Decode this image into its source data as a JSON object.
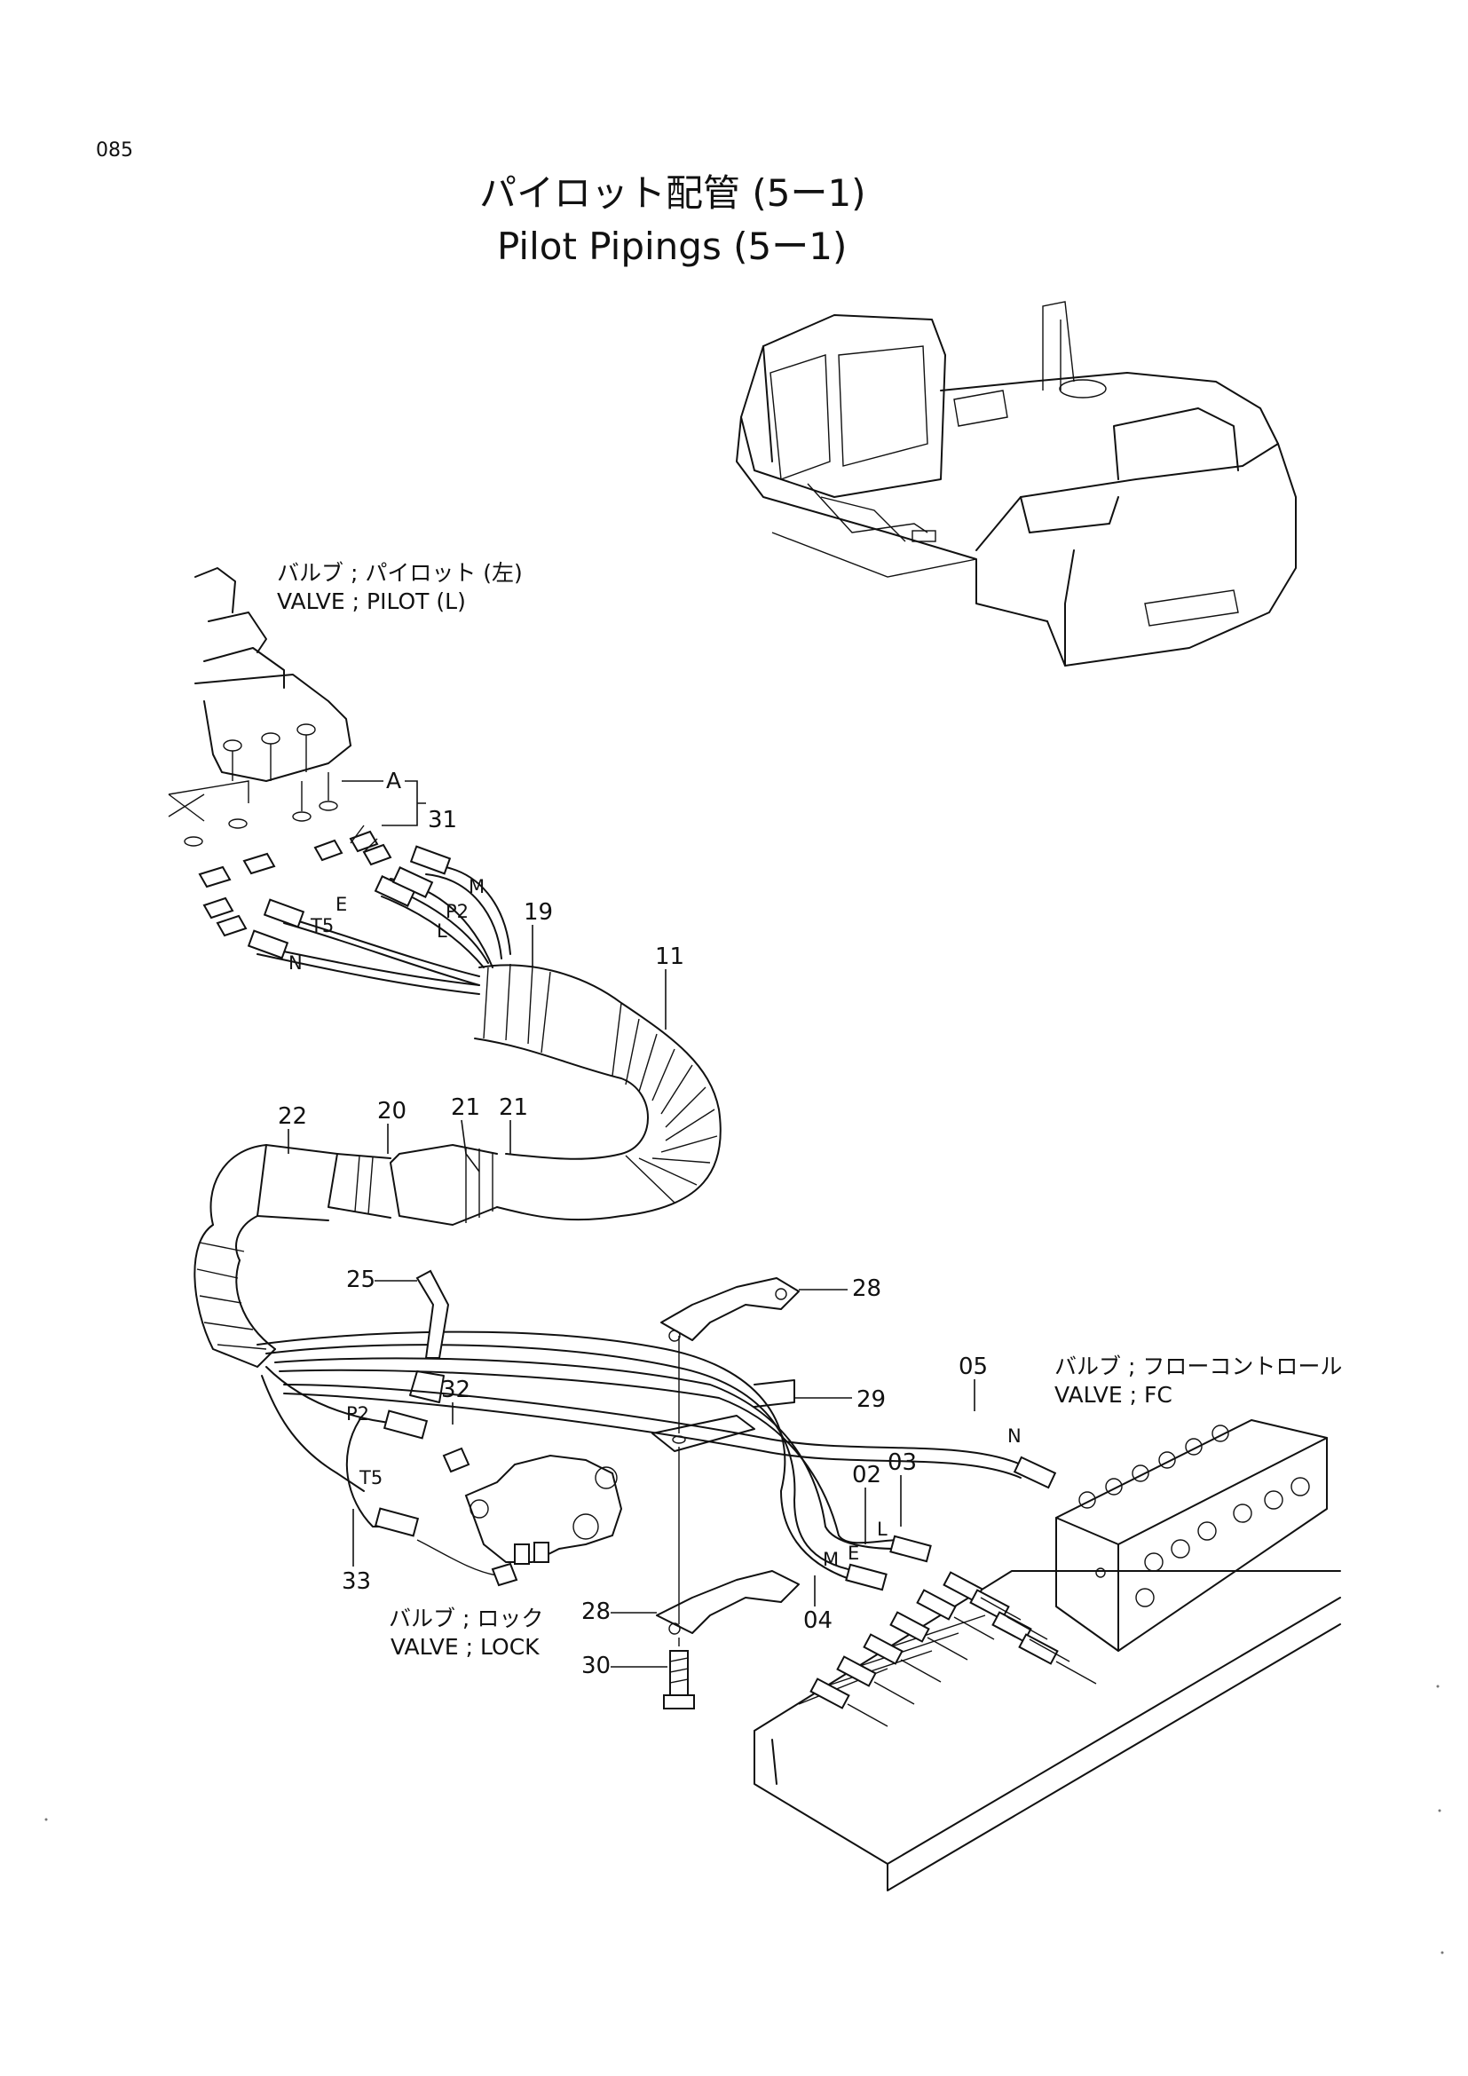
{
  "page_number": "085",
  "title": {
    "japanese": "パイロット配管 (5ー1)",
    "english": "Pilot Pipings (5ー1)"
  },
  "component_labels": {
    "valve_pilot_left": {
      "jp": "バルブ ; パイロット (左)",
      "en": "VALVE ; PILOT (L)"
    },
    "valve_lock": {
      "jp": "バルブ ; ロック",
      "en": "VALVE ; LOCK"
    },
    "valve_fc": {
      "jp": "バルブ ; フローコントロール",
      "en": "VALVE ; FC"
    }
  },
  "port_letters": {
    "A": "A",
    "M": "M",
    "P2": "P2",
    "E": "E",
    "L": "L",
    "T5": "T5",
    "N": "N"
  },
  "part_callouts": {
    "p31": "31",
    "p19": "19",
    "p11": "11",
    "p22": "22",
    "p20": "20",
    "p21a": "21",
    "p21b": "21",
    "p25": "25",
    "p28a": "28",
    "p29": "29",
    "p05": "05",
    "p32": "32",
    "p02": "02",
    "p03": "03",
    "p33": "33",
    "p04": "04",
    "p28b": "28",
    "p30": "30"
  }
}
